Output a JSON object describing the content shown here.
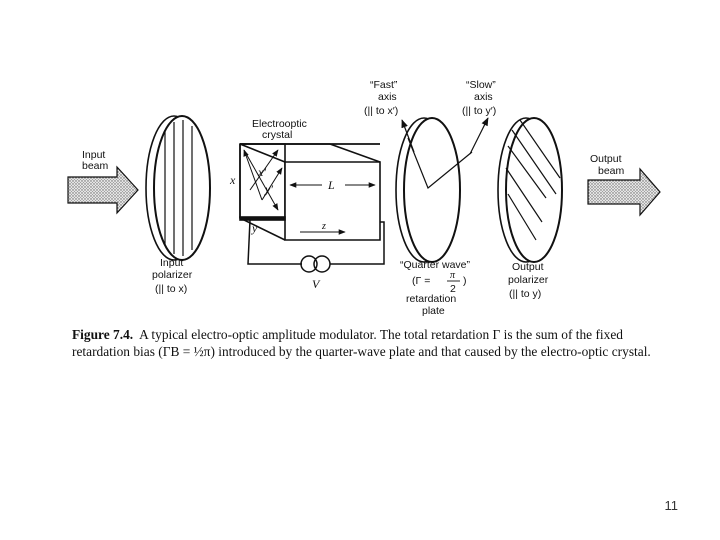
{
  "figure": {
    "labels": {
      "input_beam": [
        "Input",
        "beam"
      ],
      "output_beam": [
        "Output",
        "beam"
      ],
      "crystal": [
        "Electrooptic",
        "crystal"
      ],
      "fast_axis": [
        "“Fast”",
        "axis",
        "(|| to x′)"
      ],
      "slow_axis": [
        "“Slow”",
        "axis",
        "(|| to y′)"
      ],
      "input_polarizer": [
        "Input",
        "polarizer",
        "(|| to x)"
      ],
      "quarter_wave": [
        "“Quarter wave”",
        "(Γ =",
        ")",
        "retardation",
        "plate"
      ],
      "output_polarizer": [
        "Output",
        "polarizer",
        "(|| to y)"
      ],
      "gamma_fraction": {
        "num": "π",
        "den": "2"
      },
      "axis_x": "x",
      "axis_y": "y",
      "axis_z": "z",
      "axis_x_prime": "x′",
      "axis_y_prime": "y′",
      "length": "L",
      "voltage": "V"
    }
  },
  "caption": {
    "label": "Figure 7.4.",
    "text": "A typical electro-optic amplitude modulator. The total retardation Γ is the sum of the fixed retardation bias (ΓB = ½π) introduced by the quarter-wave plate and that caused by the electro-optic crystal."
  },
  "page_number": "11"
}
